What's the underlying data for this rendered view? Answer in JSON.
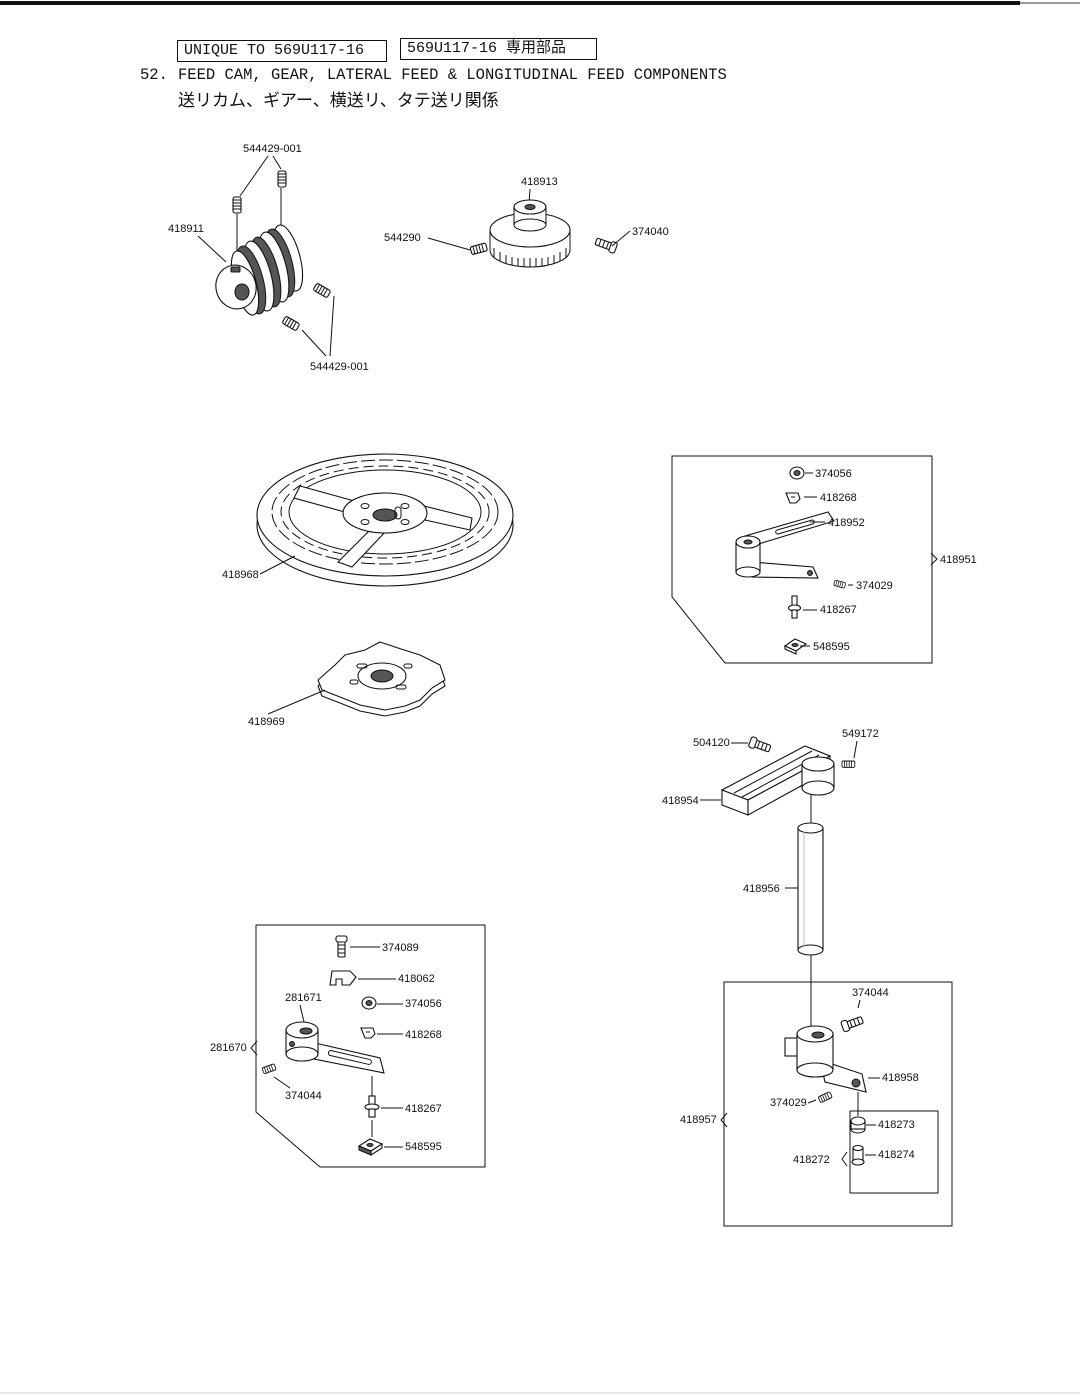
{
  "header": {
    "unique_box": "UNIQUE TO 569U117-16",
    "unique_box_jp": "569U117-16 専用部品"
  },
  "section": {
    "number": "52.",
    "title": "FEED CAM, GEAR, LATERAL FEED & LONGITUDINAL FEED COMPONENTS",
    "title_jp": "送リカム、ギアー、横送リ、タテ送リ関係"
  },
  "feed_cam_drum": {
    "set_screw_top": "544429-001",
    "drum": "418911",
    "set_screw_bottom": "544429-001"
  },
  "gear": {
    "gear": "418913",
    "screw_left": "544290",
    "screw_right": "374040"
  },
  "feed_cam_plate": "418968",
  "cam_cover_plate": "418969",
  "lateral_feed_arm_assembly": {
    "assembly": "418951",
    "nut": "374056",
    "clamp": "418268",
    "arm": "418952",
    "screw": "374029",
    "stud": "418267",
    "block": "548595"
  },
  "feed_bracket": {
    "screw": "504120",
    "pin": "549172",
    "bracket": "418954",
    "shaft": "418956"
  },
  "longitudinal_feed_arm_assembly": {
    "assembly": "418957",
    "screw_top": "374044",
    "arm": "418958",
    "screw": "374029",
    "sub_assembly": "418272",
    "upper_part": "418273",
    "lower_part": "418274"
  },
  "feed_arm_assembly": {
    "assembly": "281670",
    "arm": "281671",
    "screw": "374089",
    "clamp_a": "418062",
    "nut": "374056",
    "clamp_b": "418268",
    "set_screw": "374044",
    "stud": "418267",
    "block": "548595"
  }
}
